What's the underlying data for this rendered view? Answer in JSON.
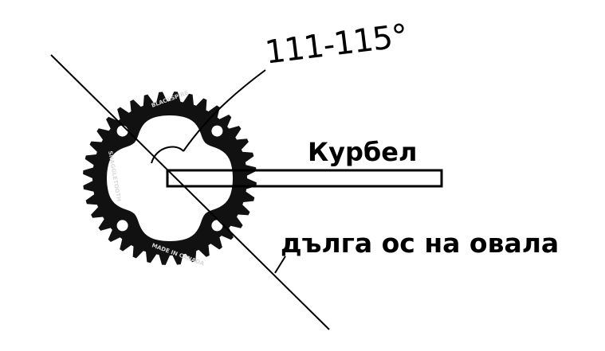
{
  "labels": {
    "angle": "111-115°",
    "crank": "Курбел",
    "long_axis": "дълга ос на овала"
  },
  "chainring": {
    "brand_marking": "BLACKSPIRE",
    "made_in": "MADE IN CANADA",
    "side_marking": "SNAGGLETOOTH",
    "teeth": 36,
    "bolt_holes": 4
  },
  "colors": {
    "ink": "#000000",
    "background": "#ffffff",
    "chainring": "#111111"
  },
  "icons": [
    "chainring-icon"
  ]
}
